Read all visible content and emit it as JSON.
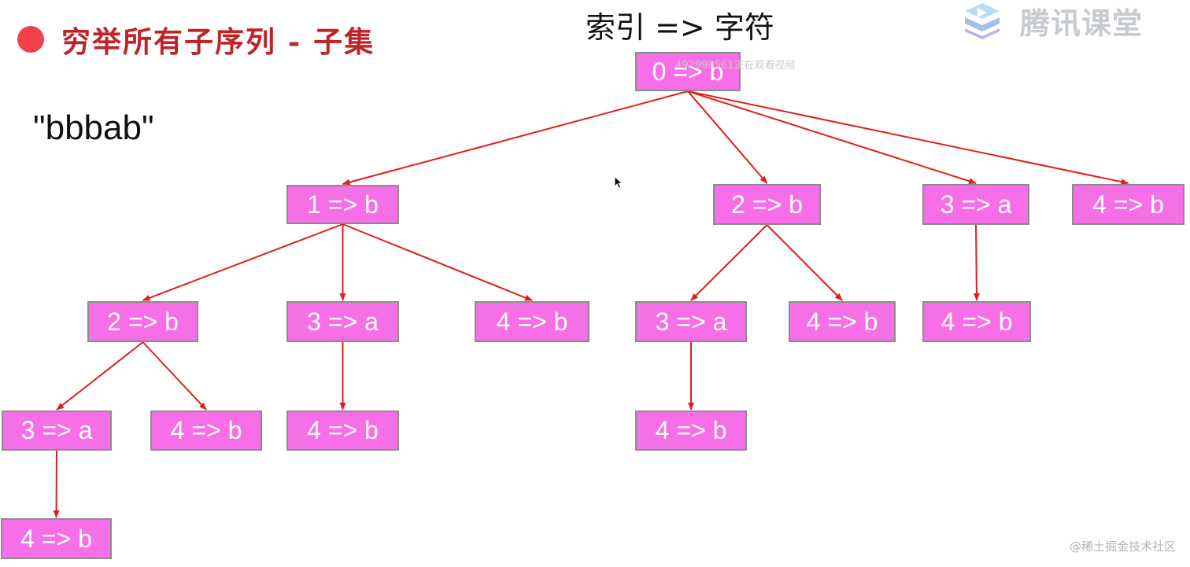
{
  "slide": {
    "title": "穷举所有子序列 - 子集",
    "input_string": "\"bbbab\"",
    "legend": "索引 => 字符",
    "viewer_overlay": "492999561正在观看视频",
    "logo_text": "腾讯课堂",
    "footer_credit": "@稀土掘金技术社区"
  },
  "colors": {
    "title": "#c0242a",
    "bullet": "#f2414a",
    "node_fill": "#f76fe6",
    "node_border": "#8c8c8c",
    "edge": "#e01e1e"
  },
  "icons": {
    "bullet": "red-circle-bullet",
    "logo": "tencent-classroom-play-icon",
    "cursor": "mouse-pointer-icon"
  },
  "tree": {
    "nodes": [
      {
        "id": "n0",
        "label": "0 => b"
      },
      {
        "id": "n1",
        "label": "1 => b"
      },
      {
        "id": "n2",
        "label": "2 => b"
      },
      {
        "id": "n3",
        "label": "3 => a"
      },
      {
        "id": "n4",
        "label": "4 => b"
      },
      {
        "id": "n12",
        "label": "2 => b"
      },
      {
        "id": "n13",
        "label": "3 => a"
      },
      {
        "id": "n14",
        "label": "4 => b"
      },
      {
        "id": "n23",
        "label": "3 => a"
      },
      {
        "id": "n24",
        "label": "4 => b"
      },
      {
        "id": "n34",
        "label": "4 => b"
      },
      {
        "id": "n123",
        "label": "3 => a"
      },
      {
        "id": "n124",
        "label": "4 => b"
      },
      {
        "id": "n134",
        "label": "4 => b"
      },
      {
        "id": "n234",
        "label": "4 => b"
      },
      {
        "id": "n1234",
        "label": "4 => b"
      }
    ],
    "edges": [
      [
        "n0",
        "n1"
      ],
      [
        "n0",
        "n2"
      ],
      [
        "n0",
        "n3"
      ],
      [
        "n0",
        "n4"
      ],
      [
        "n1",
        "n12"
      ],
      [
        "n1",
        "n13"
      ],
      [
        "n1",
        "n14"
      ],
      [
        "n2",
        "n23"
      ],
      [
        "n2",
        "n24"
      ],
      [
        "n3",
        "n34"
      ],
      [
        "n12",
        "n123"
      ],
      [
        "n12",
        "n124"
      ],
      [
        "n13",
        "n134"
      ],
      [
        "n23",
        "n234"
      ],
      [
        "n123",
        "n1234"
      ]
    ]
  }
}
